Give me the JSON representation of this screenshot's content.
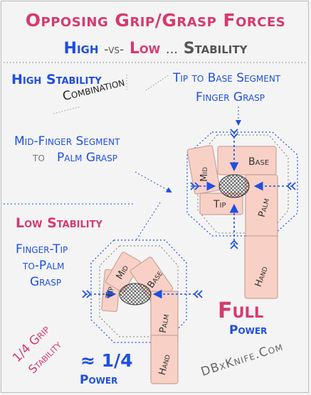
{
  "title": {
    "line1": "Opposing Grip/Grasp Forces",
    "line2_high": "High",
    "line2_vs": "-vs-",
    "line2_low": "Low",
    "line2_dots": "...",
    "line2_stability": "Stability"
  },
  "high": {
    "heading": "High Stability",
    "combination": "Combination",
    "tip_to_base_line1": "Tip to Base Segment",
    "tip_to_base_line2": "Finger Grasp",
    "mid_finger_line1": "Mid-Finger Segment",
    "mid_finger_to": "to",
    "mid_finger_line2": "Palm Grasp",
    "segments": {
      "mid": "Mid",
      "base": "Base",
      "tip": "Tip",
      "palm": "Palm",
      "hand": "Hand"
    },
    "power_big": "Full",
    "power_small": "Power"
  },
  "low": {
    "heading": "Low Stability",
    "desc_line1": "Finger-Tip",
    "desc_line2": "to-Palm",
    "desc_line3": "Grasp",
    "segments": {
      "tip": "Tip",
      "mid": "Mid",
      "base": "Base",
      "palm": "Palm",
      "hand": "Hand"
    },
    "grip_line1": "1/4 Grip",
    "grip_line2": "Stability",
    "power_approx": "≈ 1/4",
    "power_small": "Power"
  },
  "watermark": "DBxKnife.Com",
  "colors": {
    "pink": "#d63a6e",
    "blue": "#1f4fe0",
    "finger_fill": "#f8d0c6",
    "finger_stroke": "#c9a49a",
    "arrow_blue": "#1f4fe0"
  }
}
